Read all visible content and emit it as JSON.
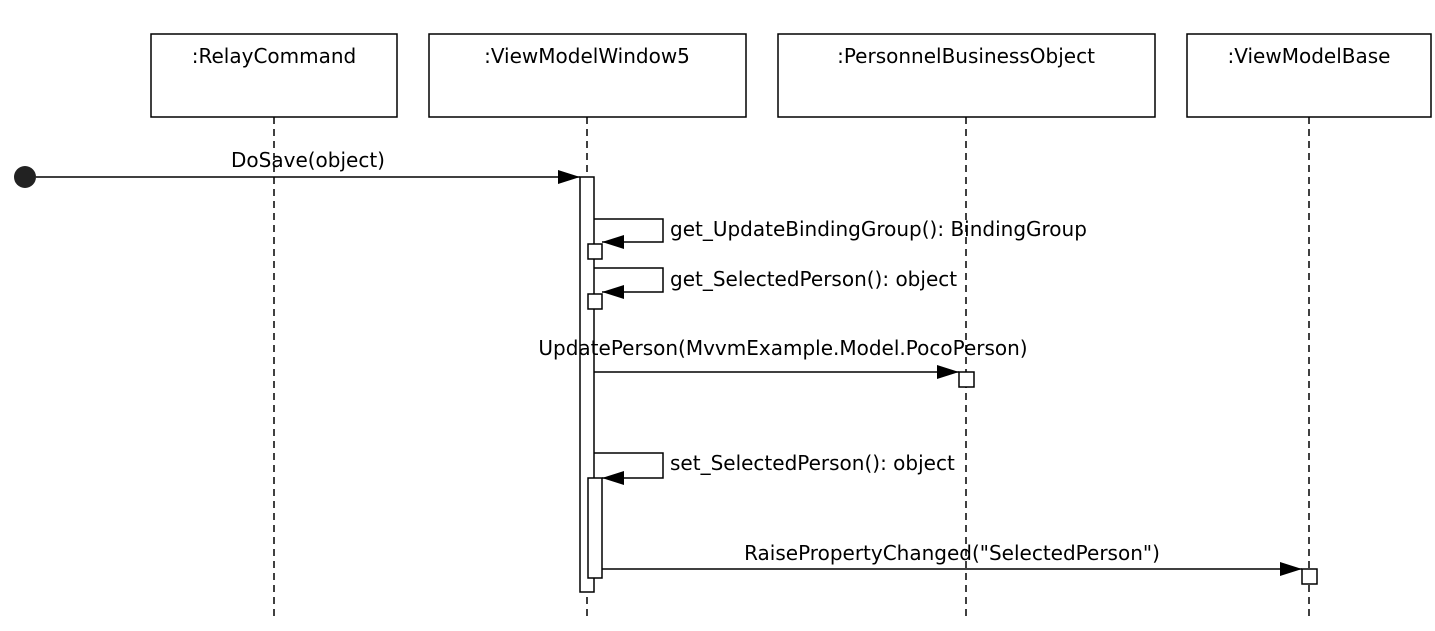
{
  "lifelines": [
    {
      "id": "relay",
      "label": ":RelayCommand"
    },
    {
      "id": "vm5",
      "label": ":ViewModelWindow5"
    },
    {
      "id": "pbo",
      "label": ":PersonnelBusinessObject"
    },
    {
      "id": "vmb",
      "label": ":ViewModelBase"
    }
  ],
  "messages": [
    {
      "id": "dosave",
      "label": "DoSave(object)",
      "from": "start",
      "to": "vm5",
      "kind": "found"
    },
    {
      "id": "get-update-binding-group",
      "label": "get_UpdateBindingGroup(): BindingGroup",
      "from": "vm5",
      "to": "vm5",
      "kind": "self"
    },
    {
      "id": "get-selected-person",
      "label": "get_SelectedPerson(): object",
      "from": "vm5",
      "to": "vm5",
      "kind": "self"
    },
    {
      "id": "update-person",
      "label": "UpdatePerson(MvvmExample.Model.PocoPerson)",
      "from": "vm5",
      "to": "pbo",
      "kind": "call"
    },
    {
      "id": "set-selected-person",
      "label": "set_SelectedPerson(): object",
      "from": "vm5",
      "to": "vm5",
      "kind": "self"
    },
    {
      "id": "raise-property-changed",
      "label": "RaisePropertyChanged(\"SelectedPerson\")",
      "from": "vm5",
      "to": "vmb",
      "kind": "call"
    }
  ]
}
